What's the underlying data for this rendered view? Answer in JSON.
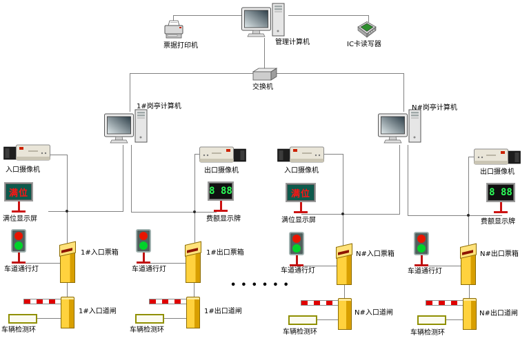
{
  "diagram": {
    "top": {
      "printer": "票据打印机",
      "management_computer": "管理计算机",
      "ic_card_reader": "IC卡读写器",
      "switch": "交换机"
    },
    "booths": [
      {
        "label": "1#岗亭计算机"
      },
      {
        "label": "N#岗亭计算机"
      }
    ],
    "lanes": [
      {
        "camera": "入口摄像机",
        "display": "满位显示屏",
        "display_text": "满位",
        "display_type": "full-sign",
        "traffic_light": "车道通行灯",
        "ticket_box": "1#入口票箱",
        "barrier": "1#入口道闸",
        "loop": "车辆检测环"
      },
      {
        "camera": "出口摄像机",
        "display": "费额显示牌",
        "display_text": "8 88",
        "display_type": "fee-sign",
        "traffic_light": "车道通行灯",
        "ticket_box": "1#出口票箱",
        "barrier": "1#出口道闸",
        "loop": "车辆检测环"
      },
      {
        "camera": "入口摄像机",
        "display": "满位显示屏",
        "display_text": "满位",
        "display_type": "full-sign",
        "traffic_light": "车道通行灯",
        "ticket_box": "N#入口票箱",
        "barrier": "N#入口道闸",
        "loop": "车辆检测环"
      },
      {
        "camera": "出口摄像机",
        "display": "费额显示牌",
        "display_text": "8 88",
        "display_type": "fee-sign",
        "traffic_light": "车道通行灯",
        "ticket_box": "N#出口票箱",
        "barrier": "N#出口道闸",
        "loop": "车辆检测环"
      }
    ],
    "ellipsis": "••••••",
    "colors": {
      "line": "#808080",
      "label": "#000000",
      "device_yellow": "#ffd23e",
      "signal_red": "#e81500",
      "signal_green": "#00d22a",
      "led_green": "#2cff59",
      "full_sign_bg": "#0d5a4c"
    }
  }
}
